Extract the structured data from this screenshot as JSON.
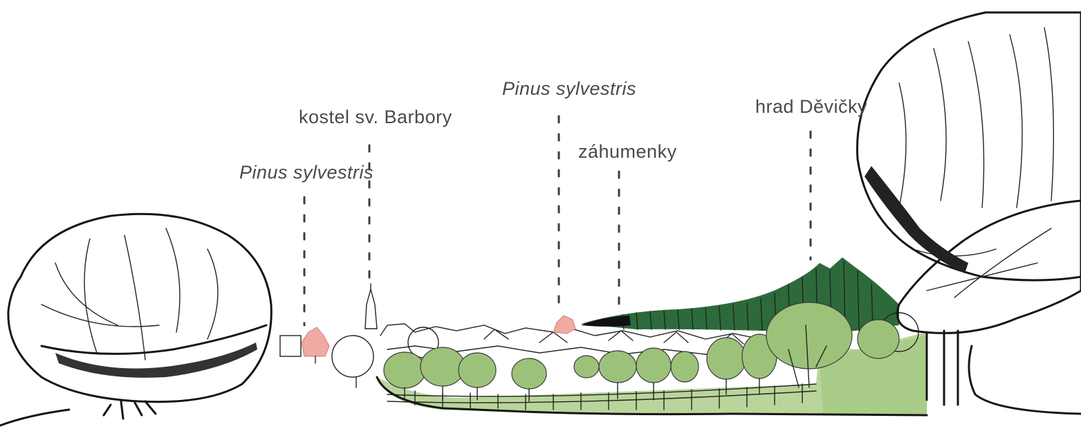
{
  "labels": {
    "pinus_left": "Pinus sylvestris",
    "kostel": "kostel sv. Barbory",
    "pinus_center": "Pinus sylvestris",
    "zahumenky": "záhumenky",
    "hrad": "hrad Děvičky"
  },
  "colors": {
    "pine_pink": "#f0aaa2",
    "orchard_green": "#9cc27a",
    "meadow_green": "#b9d59b",
    "forest_green": "#2d6a3a",
    "ink": "#151515",
    "label_gray": "#4a4a4a"
  }
}
